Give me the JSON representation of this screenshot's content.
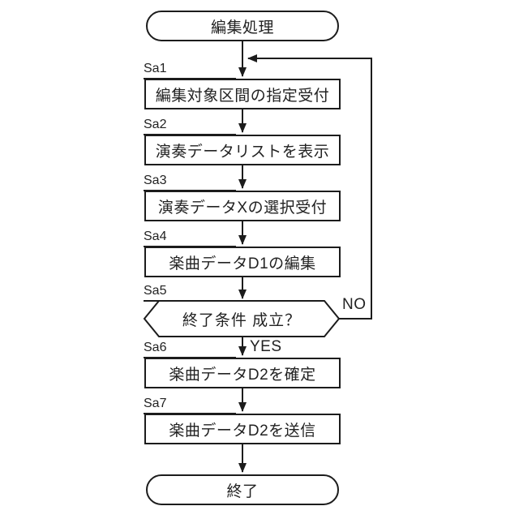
{
  "figure": {
    "type": "flowchart",
    "start_label": "編集処理",
    "end_label": "終了",
    "yes_label": "YES",
    "no_label": "NO"
  },
  "steps": [
    {
      "id": "Sa1",
      "text": "編集対象区間の指定受付",
      "shape": "process"
    },
    {
      "id": "Sa2",
      "text": "演奏データリストを表示",
      "shape": "process"
    },
    {
      "id": "Sa3",
      "text": "演奏データXの選択受付",
      "shape": "process"
    },
    {
      "id": "Sa4",
      "text": "楽曲データD1の編集",
      "shape": "process"
    },
    {
      "id": "Sa5",
      "text": "終了条件 成立？",
      "shape": "decision"
    },
    {
      "id": "Sa6",
      "text": "楽曲データD2を確定",
      "shape": "process"
    },
    {
      "id": "Sa7",
      "text": "楽曲データD2を送信",
      "shape": "process"
    }
  ],
  "colors": {
    "line": "#1c1c1c",
    "background": "#ffffff",
    "text": "#222222"
  }
}
